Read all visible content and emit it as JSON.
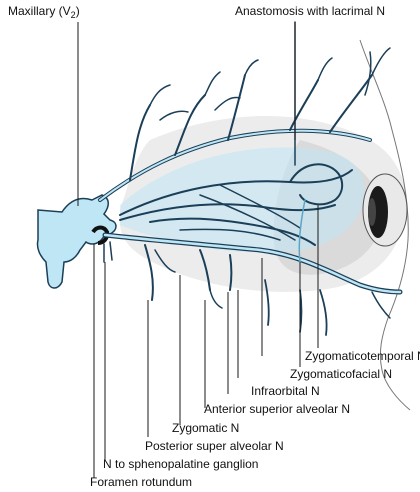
{
  "labels": {
    "maxillary": "Maxillary (V",
    "maxillary_sub": "2",
    "maxillary_close": ")",
    "lacrimal": "Anastomosis with lacrimal N",
    "zygomaticotemporal": "Zygomaticotemporal N",
    "zygomaticofacial": "Zygomaticofacial N",
    "infraorbital": "Infraorbital N",
    "asa": "Anterior superior alveolar N",
    "zygomatic": "Zygomatic N",
    "psa": "Posterior super alveolar N",
    "sphenopalatine": "N to sphenopalatine ganglion",
    "foramen": "Foramen rotundum"
  },
  "colors": {
    "nerve_fill": "#bfe6f4",
    "nerve_stroke": "#1b3f58",
    "orbit_shade": "#d9d9d9",
    "eye_dark": "#1a1a1a",
    "leader": "#1a1a1a"
  }
}
